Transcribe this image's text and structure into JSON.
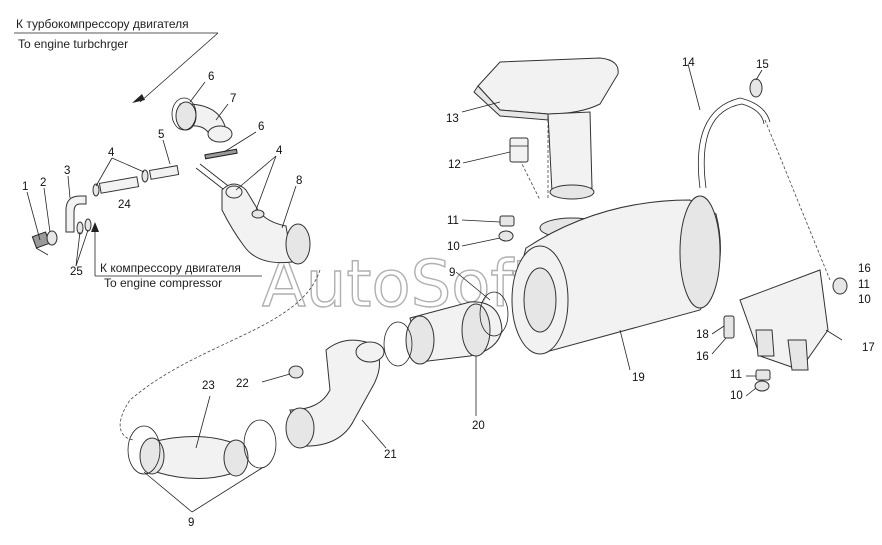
{
  "captions": {
    "turbo_ru": "К турбокомпрессору двигателя",
    "turbo_en": "To engine turbchrger",
    "comp_ru": "К компрессору двигателя",
    "comp_en": "To engine compressor"
  },
  "watermark": "AutoSoft",
  "labels": {
    "l1": "1",
    "l2": "2",
    "l3": "3",
    "l4a": "4",
    "l4b": "4",
    "l5": "5",
    "l6a": "6",
    "l6b": "6",
    "l7": "7",
    "l8": "8",
    "l9a": "9",
    "l9b": "9",
    "l10a": "10",
    "l10b": "10",
    "l10c": "10",
    "l11a": "11",
    "l11b": "11",
    "l11c": "11",
    "l12": "12",
    "l13": "13",
    "l14": "14",
    "l15": "15",
    "l16a": "16",
    "l16b": "16",
    "l17": "17",
    "l18": "18",
    "l19": "19",
    "l20": "20",
    "l21": "21",
    "l22": "22",
    "l23": "23",
    "l24": "24",
    "l25": "25"
  }
}
